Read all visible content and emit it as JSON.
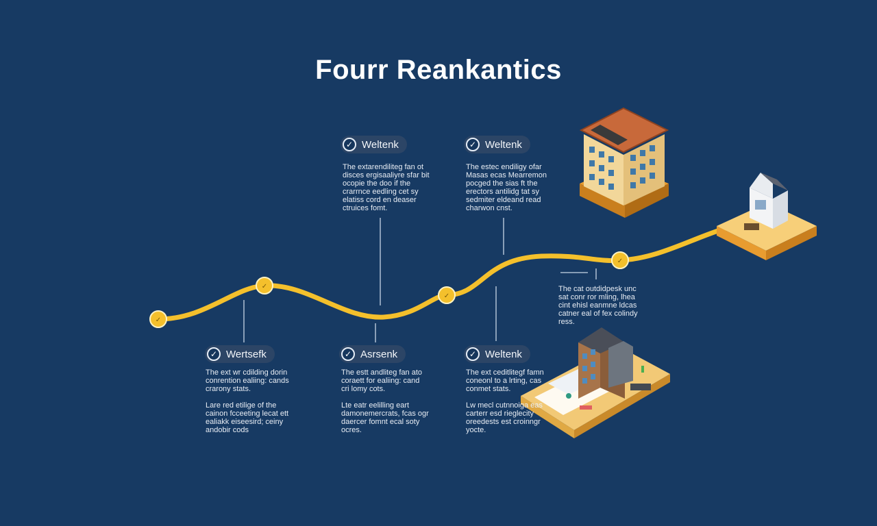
{
  "title": "Fourr Reankantics",
  "colors": {
    "background": "#173a63",
    "path": "#f4c02c",
    "badge": "#2c4566",
    "text": "#e8edf4",
    "orange": "#e89c30"
  },
  "milestones": [
    {
      "label": "Wertsefk",
      "icon": "check-icon",
      "text": [
        "The ext wr cdilding dorin\nconrention ealiing: cands\ncrarony stats.",
        "Lare red etilige of the\ncainon fcceeting lecat ett\nealiakk eiseesird; ceiny\nandobir cods"
      ]
    },
    {
      "label": "Weltenk",
      "icon": "check-icon",
      "text": [
        "The extarendiliteg fan ot\ndisces ergisaaliyre sfar bit\nocopie the doo if the\ncrarrnce eedling cet sy\nelatiss cord en deaser\nctruices fomt."
      ]
    },
    {
      "label": "Asrsenk",
      "icon": "check-icon",
      "text": [
        "The estt andliteg fan ato\ncoraett for ealiing: cand\ncri lomy cots.",
        "Lte eatr eelilling eart\ndamonemercrats, fcas ogr\ndaercer fomnt ecal soty\nocres."
      ]
    },
    {
      "label": "Weltenk",
      "icon": "check-icon",
      "text": [
        "The estec endiligy ofar\nMasas ecas Mearremon\npocged the sias ft the\nerectors antilidg tat sy\nsedmiter eldeand read\ncharwon cnst."
      ]
    },
    {
      "label": "Weltenk",
      "icon": "check-icon",
      "text": [
        "The ext ceditlitegf famn\nconeonl to a lrting, cas\nconmet stats.",
        "Lw mecl cutnnoiga eas\ncarterr esd rieglecity\noreedests est croinngr\nyocte."
      ]
    },
    {
      "label": "",
      "icon": "",
      "text": [
        "The cat outdidpesk unc\nsat conr ror mling, lhea\ncint ehisl eanmne ldcas\ncatner eal of fex colindy\nress."
      ]
    }
  ]
}
